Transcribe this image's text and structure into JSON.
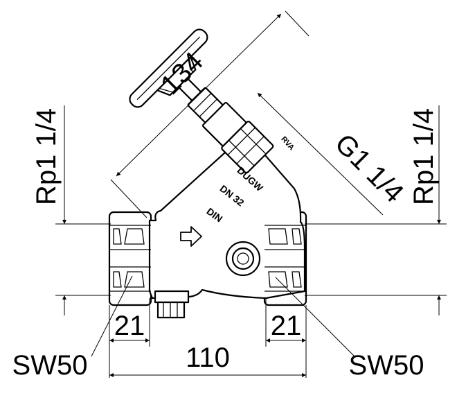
{
  "dimensions": {
    "overall_height": "134",
    "length": "110",
    "left_socket_depth": "21",
    "right_socket_depth": "21",
    "left_pipe_thread": "Rp1 1/4",
    "right_pipe_thread": "Rp1 1/4",
    "bonnet_thread": "G1 1/4"
  },
  "callouts": {
    "left_wrench_size": "SW50",
    "right_wrench_size": "SW50"
  },
  "body_markings": {
    "brand": "DUGW",
    "nominal_size": "DN 32",
    "standard": "DIN",
    "bonnet_mark": "RVA"
  },
  "flow_direction_icon": "arrow-right-icon"
}
